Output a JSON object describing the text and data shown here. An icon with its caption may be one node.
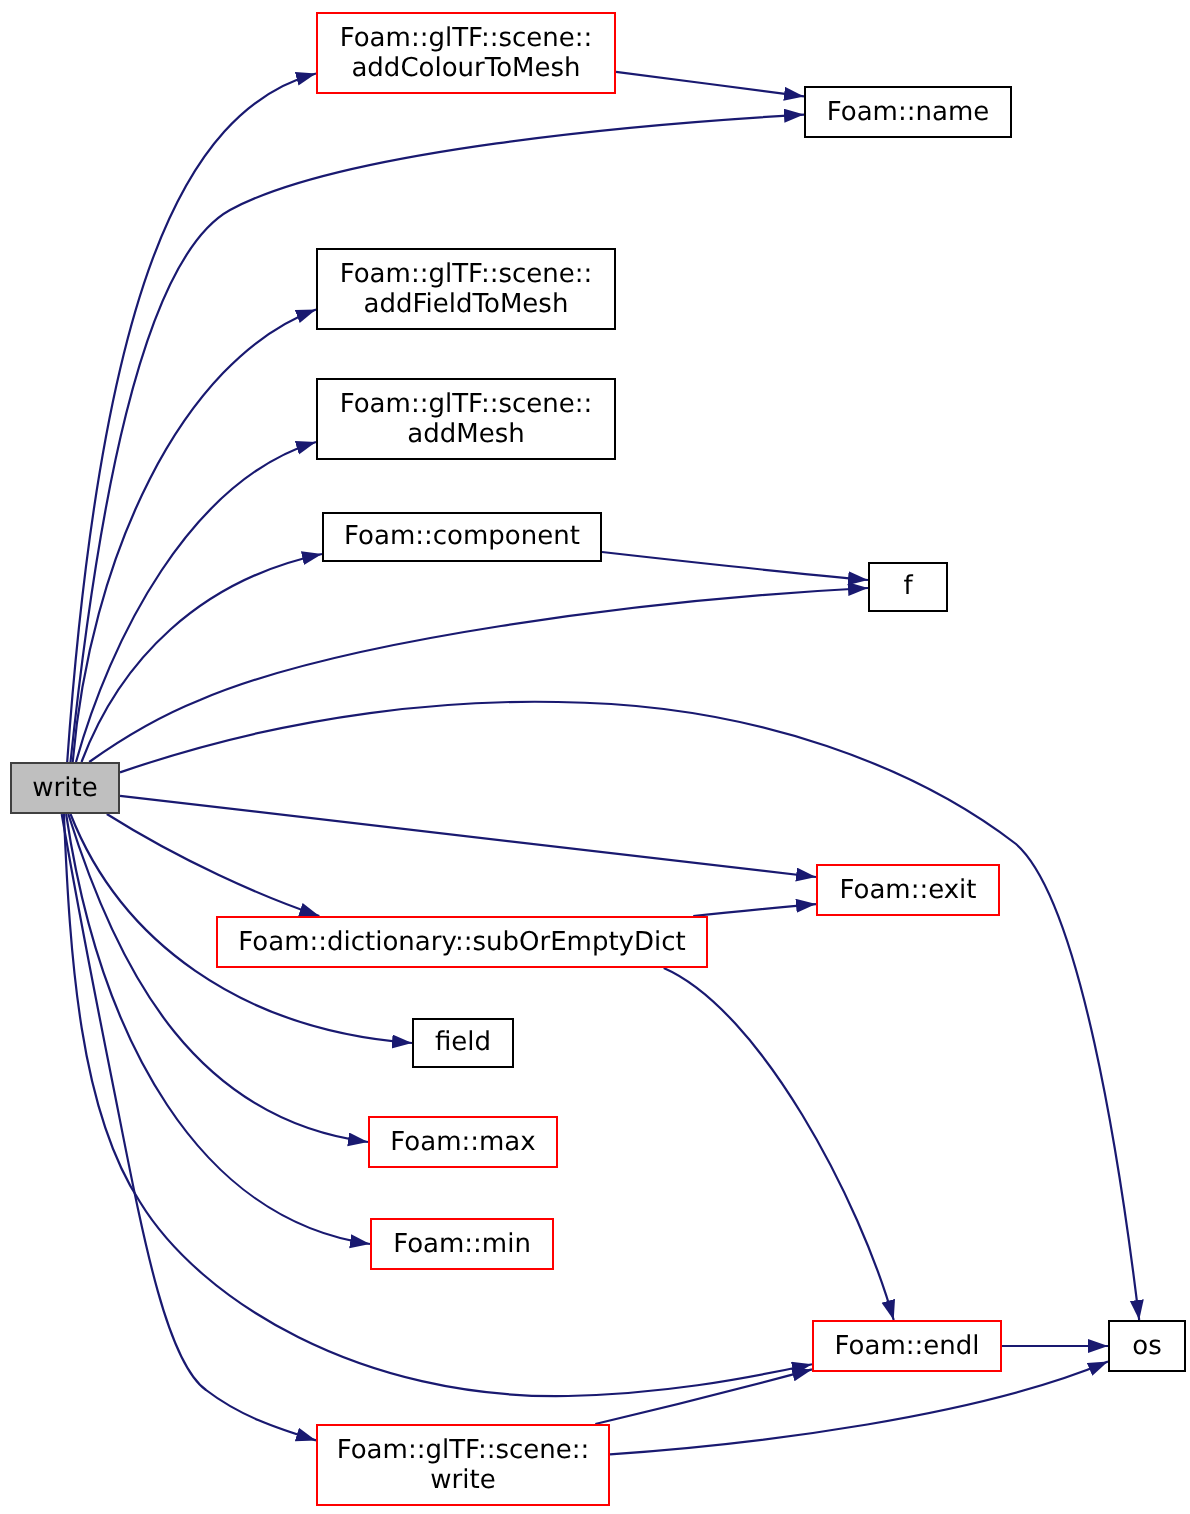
{
  "diagram": {
    "nodes": [
      {
        "text": [
          "write"
        ]
      },
      {
        "text": [
          "Foam::glTF::scene:: addColourToMesh"
        ]
      },
      {
        "text": [
          "Foam::name"
        ]
      },
      {
        "text": [
          "Foam::glTF::scene:: addFieldToMesh"
        ]
      },
      {
        "text": [
          "Foam::glTF::scene:: addMesh"
        ]
      },
      {
        "text": [
          "Foam::component"
        ]
      },
      {
        "text": [
          "f"
        ]
      },
      {
        "text": [
          "os"
        ]
      },
      {
        "text": [
          "Foam::exit"
        ]
      },
      {
        "text": [
          "Foam::dictionary::subOrEmptyDict"
        ]
      },
      {
        "text": [
          "field"
        ]
      },
      {
        "text": [
          "Foam::max"
        ]
      },
      {
        "text": [
          "Foam::min"
        ]
      },
      {
        "text": [
          "Foam::endl"
        ]
      },
      {
        "text": [
          "Foam::glTF::scene:: write"
        ]
      }
    ],
    "edges": [
      {
        "from": 0,
        "to": 1,
        "arrow": "to"
      },
      {
        "from": 0,
        "to": 2,
        "arrow": "to"
      },
      {
        "from": 0,
        "to": 3,
        "arrow": "to"
      },
      {
        "from": 0,
        "to": 4,
        "arrow": "to"
      },
      {
        "from": 0,
        "to": 5,
        "arrow": "to"
      },
      {
        "from": 0,
        "to": 6,
        "arrow": "to"
      },
      {
        "from": 0,
        "to": 7,
        "arrow": "to"
      },
      {
        "from": 0,
        "to": 8,
        "arrow": "to"
      },
      {
        "from": 0,
        "to": 9,
        "arrow": "to"
      },
      {
        "from": 0,
        "to": 10,
        "arrow": "to"
      },
      {
        "from": 0,
        "to": 11,
        "arrow": "to"
      },
      {
        "from": 0,
        "to": 12,
        "arrow": "to"
      },
      {
        "from": 0,
        "to": 13,
        "arrow": "to"
      },
      {
        "from": 0,
        "to": 14,
        "arrow": "to"
      },
      {
        "from": 1,
        "to": 2,
        "arrow": "to"
      },
      {
        "from": 5,
        "to": 6,
        "arrow": "to"
      },
      {
        "from": 9,
        "to": 8,
        "arrow": "to"
      },
      {
        "from": 9,
        "to": 13,
        "arrow": "to"
      },
      {
        "from": 13,
        "to": 7,
        "arrow": "to"
      },
      {
        "from": 14,
        "to": 13,
        "arrow": "to"
      },
      {
        "from": 14,
        "to": 7,
        "arrow": "to"
      }
    ]
  }
}
